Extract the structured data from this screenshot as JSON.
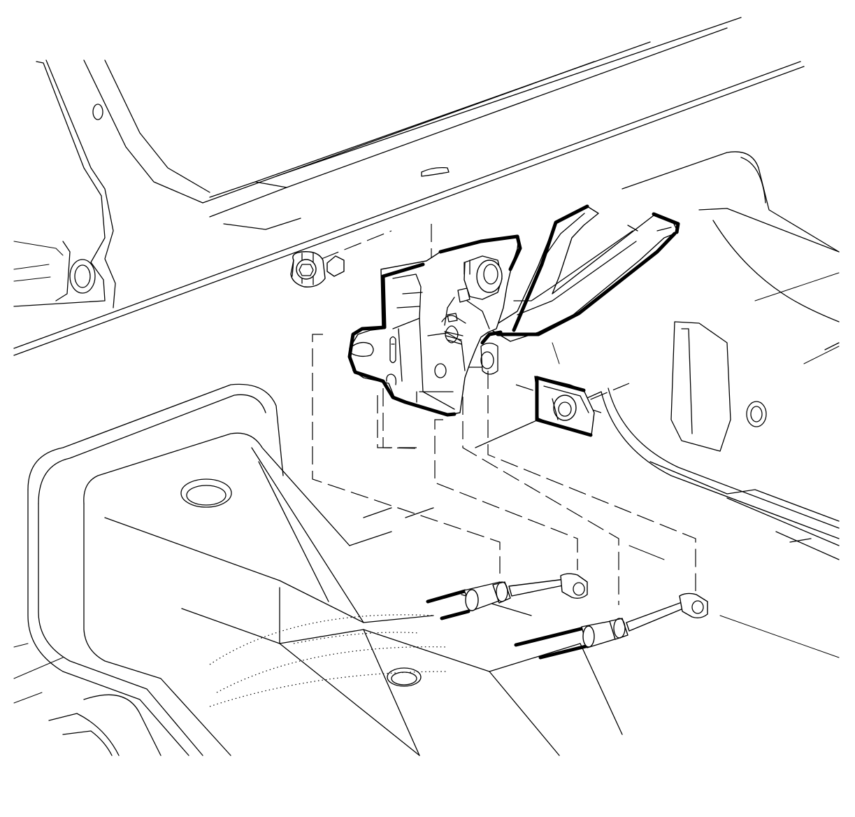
{
  "diagram": {
    "kind": "exploded-view-illustration",
    "line_color": "#000000",
    "background_color": "#ffffff",
    "components": [
      {
        "name": "hood-latch-assembly",
        "icon": "latch-icon"
      },
      {
        "name": "latch-bolt",
        "icon": "bolt-icon"
      },
      {
        "name": "cage-nut",
        "icon": "nut-icon"
      },
      {
        "name": "release-cable-upper",
        "icon": "cable-icon"
      },
      {
        "name": "release-cable-lower",
        "icon": "cable-icon"
      },
      {
        "name": "radiator-support-panel",
        "icon": "panel-icon"
      },
      {
        "name": "front-frame-rail",
        "icon": "frame-icon"
      }
    ]
  }
}
